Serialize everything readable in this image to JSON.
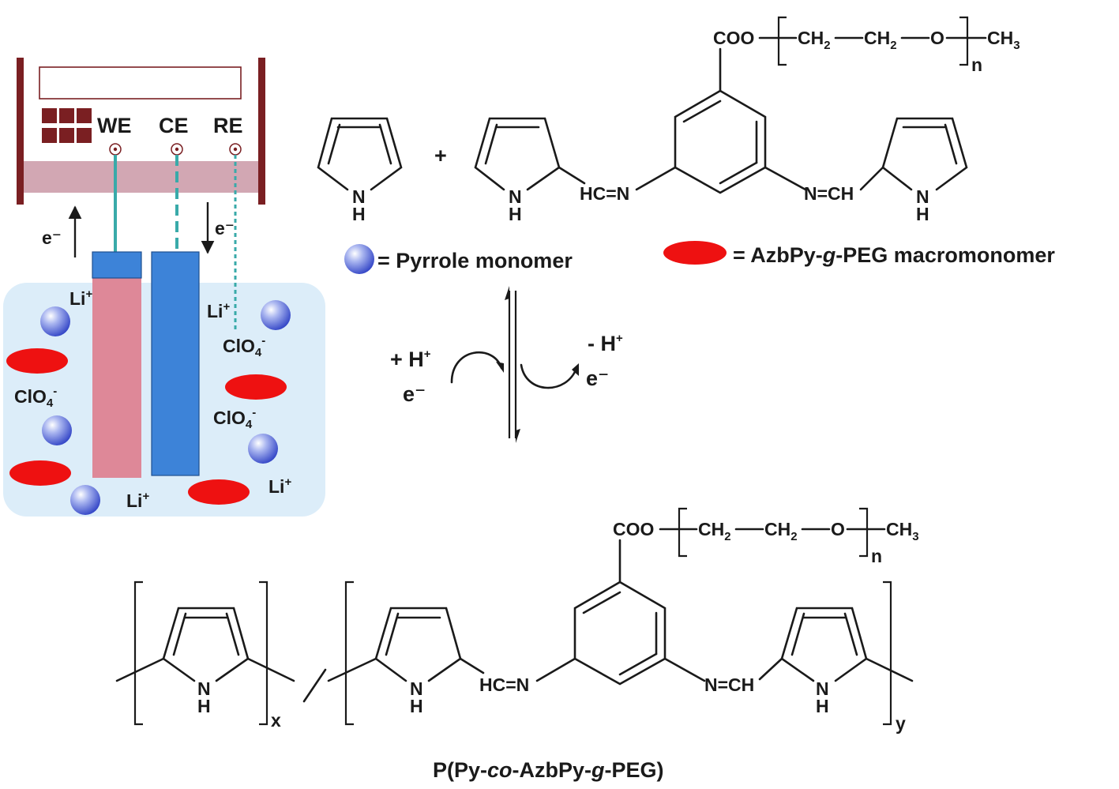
{
  "colors": {
    "potentiostat_frame": "#7a1f22",
    "potentiostat_band": "#d2a7b3",
    "potentiostat_keys": "#7a1f22",
    "we_electrode": "#de8898",
    "electrode_blue": "#3d83d8",
    "solution_bg": "#dcedf9",
    "pyrrole_sphere": "#2c3fc4",
    "macromonomer_oval": "#ee1111",
    "wire": "#39aaa9",
    "text": "#1a1a1a"
  },
  "potentiostat": {
    "electrodes": [
      "WE",
      "CE",
      "RE"
    ]
  },
  "cell": {
    "electron_out": "e⁻",
    "electron_in": "e⁻",
    "ions": [
      {
        "species": "Li",
        "charge": "+"
      },
      {
        "species": "Li",
        "charge": "+"
      },
      {
        "species": "Li",
        "charge": "+"
      },
      {
        "species": "Li",
        "charge": "+"
      },
      {
        "species": "ClO",
        "sub": "4",
        "charge": "-"
      },
      {
        "species": "ClO",
        "sub": "4",
        "charge": "-"
      },
      {
        "species": "ClO",
        "sub": "4",
        "charge": "-"
      }
    ]
  },
  "legend": {
    "pyrrole_label": "= Pyrrole monomer",
    "macromonomer_prefix": "= AzbPy-",
    "macromonomer_italic": "g",
    "macromonomer_suffix": "-PEG macromonomer"
  },
  "reaction": {
    "plus": "+",
    "left_proton": "+ H",
    "left_proton_charge": "+",
    "left_electron": "e⁻",
    "right_proton": "- H",
    "right_proton_charge": "+",
    "right_electron": "e⁻"
  },
  "structure_labels": {
    "nh_n": "N",
    "nh_h": "H",
    "imine_left": "HC=N",
    "imine_right": "N=CH",
    "ester": "COO",
    "ch2": "CH",
    "ch2_sub": "2",
    "oxygen": "O",
    "methyl": "CH",
    "methyl_sub": "3",
    "repeat_n": "n",
    "repeat_x": "x",
    "repeat_y": "y"
  },
  "product": {
    "name_p1": "P(Py-",
    "name_co": "co",
    "name_p2": "-AzbPy-",
    "name_g": "g",
    "name_p3": "-PEG)"
  }
}
